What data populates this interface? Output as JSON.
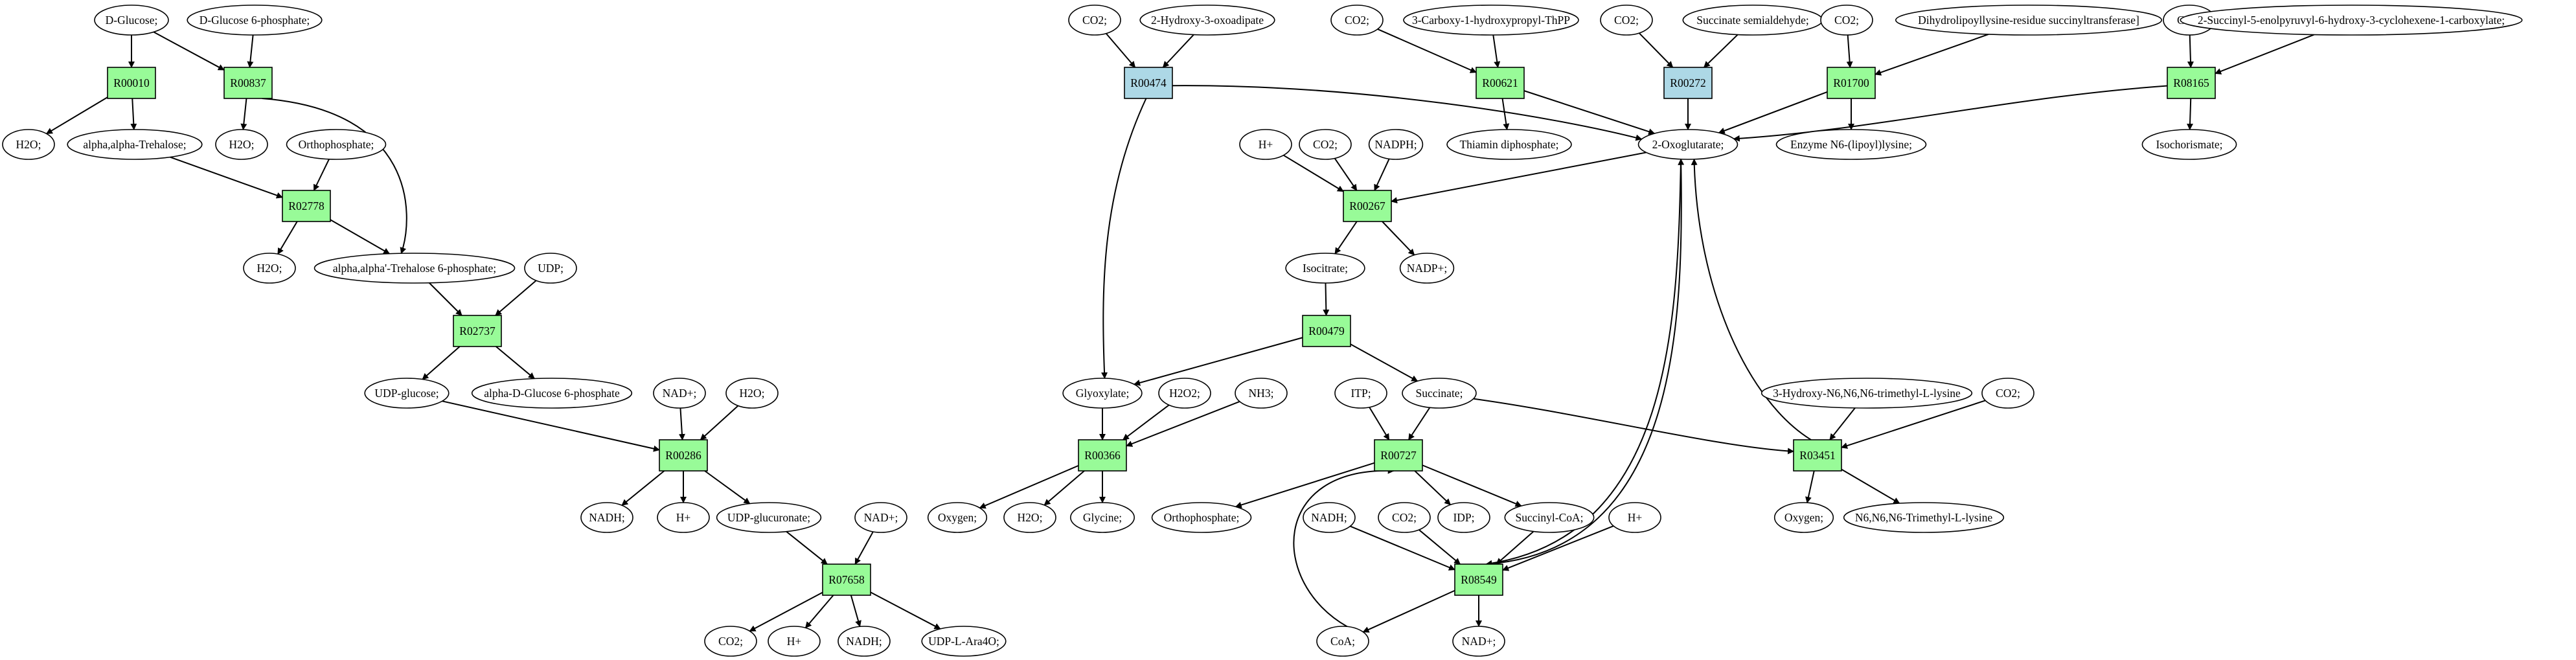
{
  "colors": {
    "reaction_green": "#98fb98",
    "reaction_blue": "#add8e6",
    "start_compound": "#00ff00",
    "target_compound": "#ffff00",
    "compound": "#ffffff",
    "stroke": "#000000"
  },
  "reactions": [
    {
      "id": "R00010",
      "label": "R00010",
      "fill": "green"
    },
    {
      "id": "R00837",
      "label": "R00837",
      "fill": "green"
    },
    {
      "id": "R02778",
      "label": "R02778",
      "fill": "green"
    },
    {
      "id": "R02737",
      "label": "R02737",
      "fill": "green"
    },
    {
      "id": "R00286",
      "label": "R00286",
      "fill": "green"
    },
    {
      "id": "R07658",
      "label": "R07658",
      "fill": "green"
    },
    {
      "id": "R00474",
      "label": "R00474",
      "fill": "blue"
    },
    {
      "id": "R00621",
      "label": "R00621",
      "fill": "green"
    },
    {
      "id": "R00272",
      "label": "R00272",
      "fill": "blue"
    },
    {
      "id": "R01700",
      "label": "R01700",
      "fill": "green"
    },
    {
      "id": "R08165",
      "label": "R08165",
      "fill": "green"
    },
    {
      "id": "R00267",
      "label": "R00267",
      "fill": "green"
    },
    {
      "id": "R00479",
      "label": "R00479",
      "fill": "green"
    },
    {
      "id": "R00366",
      "label": "R00366",
      "fill": "green"
    },
    {
      "id": "R00727",
      "label": "R00727",
      "fill": "green"
    },
    {
      "id": "R03451",
      "label": "R03451",
      "fill": "green"
    },
    {
      "id": "R08549",
      "label": "R08549",
      "fill": "green"
    }
  ],
  "compounds": [
    {
      "id": "d_glucose",
      "label": "D-Glucose;",
      "fill": "start"
    },
    {
      "id": "d_glucose_6p",
      "label": "D-Glucose 6-phosphate;"
    },
    {
      "id": "h2o_a",
      "label": "H2O;"
    },
    {
      "id": "trehalose",
      "label": "alpha,alpha-Trehalose;"
    },
    {
      "id": "h2o_b",
      "label": "H2O;"
    },
    {
      "id": "orthophosphate_a",
      "label": "Orthophosphate;"
    },
    {
      "id": "h2o_c",
      "label": "H2O;"
    },
    {
      "id": "trehalose_6p",
      "label": "alpha,alpha'-Trehalose 6-phosphate;"
    },
    {
      "id": "udp_a",
      "label": "UDP;"
    },
    {
      "id": "udp_glucose",
      "label": "UDP-glucose;"
    },
    {
      "id": "alpha_d_glucose_6p",
      "label": "alpha-D-Glucose 6-phosphate"
    },
    {
      "id": "nad_a",
      "label": "NAD+;"
    },
    {
      "id": "h2o_d",
      "label": "H2O;"
    },
    {
      "id": "nadh_a",
      "label": "NADH;"
    },
    {
      "id": "hplus_a",
      "label": "H+"
    },
    {
      "id": "udp_glucuronate",
      "label": "UDP-glucuronate;"
    },
    {
      "id": "nad_b",
      "label": "NAD+;"
    },
    {
      "id": "co2_a",
      "label": "CO2;"
    },
    {
      "id": "hplus_b",
      "label": "H+"
    },
    {
      "id": "nadh_b",
      "label": "NADH;"
    },
    {
      "id": "udp_ara4o",
      "label": "UDP-L-Ara4O;"
    },
    {
      "id": "co2_b",
      "label": "CO2;"
    },
    {
      "id": "hydroxy_oxoadipate",
      "label": "2-Hydroxy-3-oxoadipate"
    },
    {
      "id": "co2_c",
      "label": "CO2;"
    },
    {
      "id": "carboxy_thpp",
      "label": "3-Carboxy-1-hydroxypropyl-ThPP"
    },
    {
      "id": "co2_d",
      "label": "CO2;"
    },
    {
      "id": "succinate_semialdehyde",
      "label": "Succinate semialdehyde;"
    },
    {
      "id": "co2_e",
      "label": "CO2;"
    },
    {
      "id": "dihydrolipoyllysine",
      "label": "Dihydrolipoyllysine-residue succinyltransferase]"
    },
    {
      "id": "co2_f",
      "label": "CO2;"
    },
    {
      "id": "succinyl_enolpyruvyl",
      "label": "2-Succinyl-5-enolpyruvyl-6-hydroxy-3-cyclohexene-1-carboxylate;"
    },
    {
      "id": "thiamin_dp",
      "label": "Thiamin diphosphate;"
    },
    {
      "id": "oxoglutarate",
      "label": "2-Oxoglutarate;"
    },
    {
      "id": "enzyme_lipoyllysine",
      "label": "Enzyme N6-(lipoyl)lysine;"
    },
    {
      "id": "isochorismate",
      "label": "Isochorismate;"
    },
    {
      "id": "hplus_c",
      "label": "H+"
    },
    {
      "id": "co2_g",
      "label": "CO2;"
    },
    {
      "id": "nadph",
      "label": "NADPH;"
    },
    {
      "id": "isocitrate",
      "label": "Isocitrate;"
    },
    {
      "id": "nadp",
      "label": "NADP+;"
    },
    {
      "id": "glyoxylate",
      "label": "Glyoxylate;"
    },
    {
      "id": "h2o2",
      "label": "H2O2;"
    },
    {
      "id": "nh3",
      "label": "NH3;"
    },
    {
      "id": "itp",
      "label": "ITP;"
    },
    {
      "id": "succinate",
      "label": "Succinate;"
    },
    {
      "id": "trimethyl_hydroxy_lysine",
      "label": "3-Hydroxy-N6,N6,N6-trimethyl-L-lysine"
    },
    {
      "id": "co2_h",
      "label": "CO2;"
    },
    {
      "id": "oxygen_a",
      "label": "Oxygen;"
    },
    {
      "id": "h2o_e",
      "label": "H2O;"
    },
    {
      "id": "glycine",
      "label": "Glycine;",
      "fill": "target"
    },
    {
      "id": "orthophosphate_b",
      "label": "Orthophosphate;"
    },
    {
      "id": "idp",
      "label": "IDP;"
    },
    {
      "id": "succinyl_coa",
      "label": "Succinyl-CoA;"
    },
    {
      "id": "nadh_c",
      "label": "NADH;"
    },
    {
      "id": "co2_i",
      "label": "CO2;"
    },
    {
      "id": "hplus_d",
      "label": "H+"
    },
    {
      "id": "oxygen_b",
      "label": "Oxygen;"
    },
    {
      "id": "trimethyl_lysine",
      "label": "N6,N6,N6-Trimethyl-L-lysine"
    },
    {
      "id": "coa",
      "label": "CoA;"
    },
    {
      "id": "nad_c",
      "label": "NAD+;"
    }
  ],
  "edges": [
    [
      "d_glucose",
      "R00010"
    ],
    [
      "d_glucose",
      "R00837"
    ],
    [
      "d_glucose_6p",
      "R00837"
    ],
    [
      "R00010",
      "h2o_a"
    ],
    [
      "R00010",
      "trehalose"
    ],
    [
      "R00837",
      "h2o_b"
    ],
    [
      "R00837",
      "trehalose_6p"
    ],
    [
      "trehalose",
      "R02778"
    ],
    [
      "orthophosphate_a",
      "R02778"
    ],
    [
      "R02778",
      "h2o_c"
    ],
    [
      "R02778",
      "trehalose_6p"
    ],
    [
      "trehalose_6p",
      "R02737"
    ],
    [
      "udp_a",
      "R02737"
    ],
    [
      "R02737",
      "udp_glucose"
    ],
    [
      "R02737",
      "alpha_d_glucose_6p"
    ],
    [
      "udp_glucose",
      "R00286"
    ],
    [
      "nad_a",
      "R00286"
    ],
    [
      "h2o_d",
      "R00286"
    ],
    [
      "R00286",
      "nadh_a"
    ],
    [
      "R00286",
      "hplus_a"
    ],
    [
      "R00286",
      "udp_glucuronate"
    ],
    [
      "udp_glucuronate",
      "R07658"
    ],
    [
      "nad_b",
      "R07658"
    ],
    [
      "R07658",
      "co2_a"
    ],
    [
      "R07658",
      "hplus_b"
    ],
    [
      "R07658",
      "nadh_b"
    ],
    [
      "R07658",
      "udp_ara4o"
    ],
    [
      "co2_b",
      "R00474"
    ],
    [
      "hydroxy_oxoadipate",
      "R00474"
    ],
    [
      "R00474",
      "glyoxylate"
    ],
    [
      "R00474",
      "oxoglutarate"
    ],
    [
      "co2_c",
      "R00621"
    ],
    [
      "carboxy_thpp",
      "R00621"
    ],
    [
      "R00621",
      "thiamin_dp"
    ],
    [
      "R00621",
      "oxoglutarate"
    ],
    [
      "co2_d",
      "R00272"
    ],
    [
      "succinate_semialdehyde",
      "R00272"
    ],
    [
      "R00272",
      "oxoglutarate"
    ],
    [
      "co2_e",
      "R01700"
    ],
    [
      "dihydrolipoyllysine",
      "R01700"
    ],
    [
      "R01700",
      "oxoglutarate"
    ],
    [
      "R01700",
      "enzyme_lipoyllysine"
    ],
    [
      "co2_f",
      "R08165"
    ],
    [
      "succinyl_enolpyruvyl",
      "R08165"
    ],
    [
      "R08165",
      "oxoglutarate"
    ],
    [
      "R08165",
      "isochorismate"
    ],
    [
      "oxoglutarate",
      "R00267"
    ],
    [
      "hplus_c",
      "R00267"
    ],
    [
      "co2_g",
      "R00267"
    ],
    [
      "nadph",
      "R00267"
    ],
    [
      "R00267",
      "isocitrate"
    ],
    [
      "R00267",
      "nadp"
    ],
    [
      "isocitrate",
      "R00479"
    ],
    [
      "R00479",
      "glyoxylate"
    ],
    [
      "R00479",
      "succinate"
    ],
    [
      "glyoxylate",
      "R00366"
    ],
    [
      "h2o2",
      "R00366"
    ],
    [
      "nh3",
      "R00366"
    ],
    [
      "R00366",
      "oxygen_a"
    ],
    [
      "R00366",
      "h2o_e"
    ],
    [
      "R00366",
      "glycine"
    ],
    [
      "itp",
      "R00727"
    ],
    [
      "succinate",
      "R00727"
    ],
    [
      "coa",
      "R00727"
    ],
    [
      "R00727",
      "orthophosphate_b"
    ],
    [
      "R00727",
      "idp"
    ],
    [
      "R00727",
      "succinyl_coa"
    ],
    [
      "succinate",
      "R03451"
    ],
    [
      "trimethyl_hydroxy_lysine",
      "R03451"
    ],
    [
      "co2_h",
      "R03451"
    ],
    [
      "R03451",
      "oxoglutarate"
    ],
    [
      "R03451",
      "oxygen_b"
    ],
    [
      "R03451",
      "trimethyl_lysine"
    ],
    [
      "succinyl_coa",
      "R08549"
    ],
    [
      "nadh_c",
      "R08549"
    ],
    [
      "co2_i",
      "R08549"
    ],
    [
      "hplus_d",
      "R08549"
    ],
    [
      "oxoglutarate",
      "R08549"
    ],
    [
      "R08549",
      "oxoglutarate"
    ],
    [
      "R08549",
      "coa"
    ],
    [
      "R08549",
      "nad_c"
    ]
  ]
}
